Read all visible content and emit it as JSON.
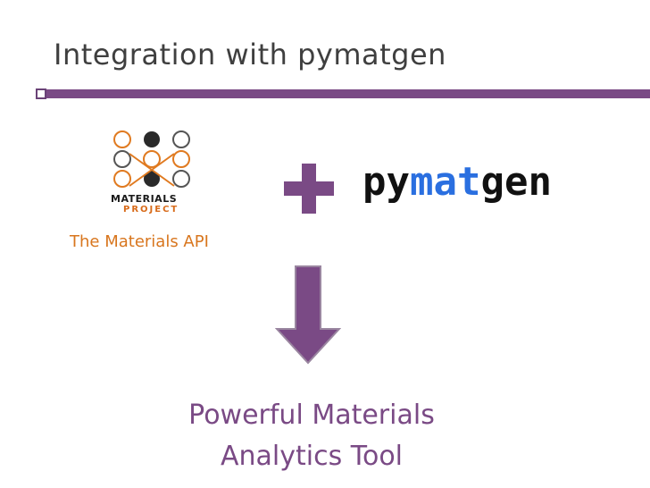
{
  "slide": {
    "title": "Integration with pymatgen",
    "logo": {
      "line1": "MATERIALS",
      "line2": "PROJECT"
    },
    "api_label": "The Materials API",
    "pymatgen": {
      "part1": "py",
      "part2": "mat",
      "part3": "gen"
    },
    "result_line1": "Powerful Materials",
    "result_line2": "Analytics Tool"
  },
  "colors": {
    "accent_purple": "#7a4a85",
    "orange": "#d8761e",
    "pymatgen_blue": "#2a6fe0"
  },
  "icons": [
    "plus-icon",
    "down-arrow-icon",
    "materials-project-logo"
  ]
}
